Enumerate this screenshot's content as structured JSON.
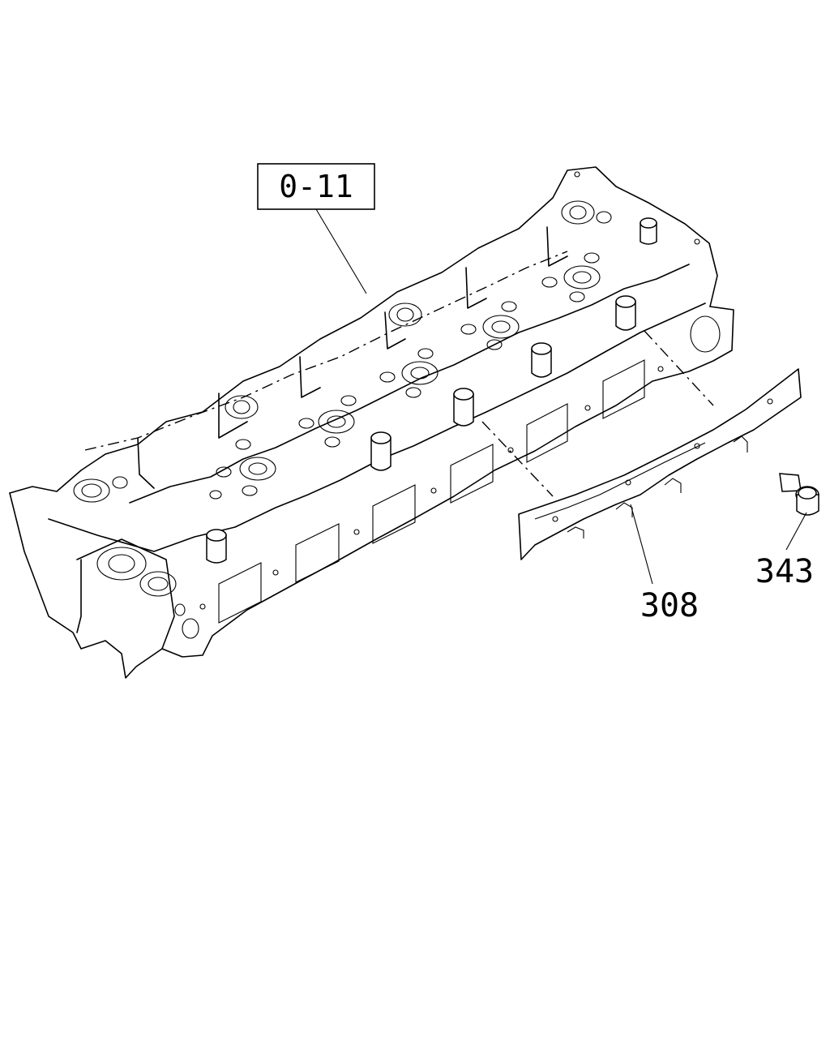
{
  "diagram": {
    "callouts": {
      "ref_box": "0-11",
      "part_308": "308",
      "part_343": "343"
    }
  }
}
